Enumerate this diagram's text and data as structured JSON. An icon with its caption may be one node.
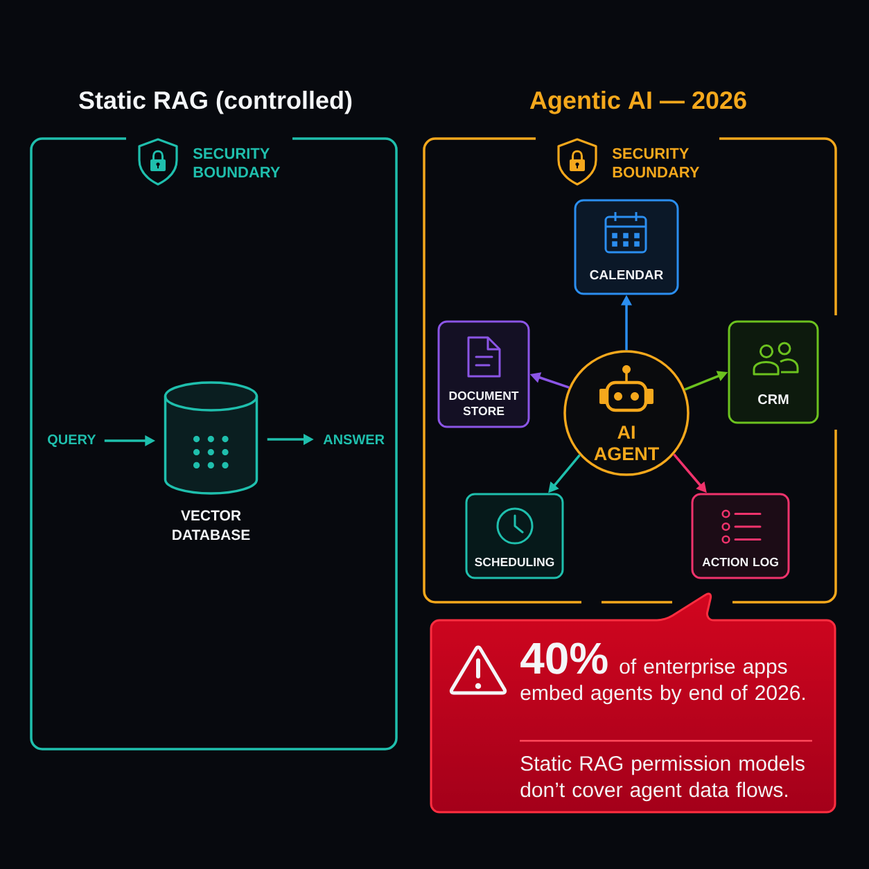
{
  "diagram": {
    "nodes": [
      {
        "text": [
          "Static RAG (controlled)",
          "SECURITY BOUNDARY"
        ]
      },
      {
        "text": [
          "QUERY"
        ],
        "in": 0
      },
      {
        "text": [
          "VECTOR DATABASE"
        ],
        "in": 0
      },
      {
        "text": [
          "ANSWER"
        ],
        "in": 0
      },
      {
        "text": [
          "Agentic AI — 2026",
          "SECURITY BOUNDARY"
        ]
      },
      {
        "text": [
          "CALENDAR"
        ],
        "in": 4
      },
      {
        "text": [
          "DOCUMENT STORE"
        ],
        "in": 4
      },
      {
        "text": [
          "AI AGENT"
        ],
        "in": 4
      },
      {
        "text": [
          "CRM"
        ],
        "in": 4
      },
      {
        "text": [
          "SCHEDULING"
        ],
        "in": 4
      },
      {
        "text": [
          "ACTION LOG"
        ],
        "in": 4
      },
      {
        "text": [
          "40%",
          "of enterprise apps embed agents by end of 2026.",
          "Static RAG permission models don’t cover agent data flows."
        ]
      }
    ],
    "edges": [
      {
        "from": 1,
        "to": 2,
        "arrow": "to"
      },
      {
        "from": 2,
        "to": 3,
        "arrow": "to"
      },
      {
        "from": 7,
        "to": 5,
        "arrow": "to",
        "color": "#2b8ef0"
      },
      {
        "from": 7,
        "to": 6,
        "arrow": "to",
        "color": "#8b55e6"
      },
      {
        "from": 7,
        "to": 8,
        "arrow": "to",
        "color": "#6cc21f"
      },
      {
        "from": 7,
        "to": 9,
        "arrow": "to"
      },
      {
        "from": 7,
        "to": 10,
        "arrow": "to",
        "color": "#f0336c"
      }
    ]
  }
}
